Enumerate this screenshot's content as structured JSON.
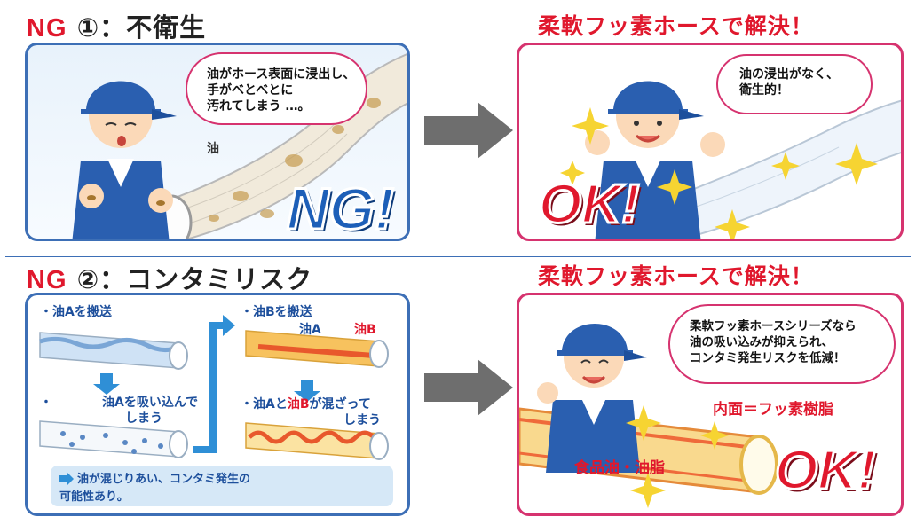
{
  "section1": {
    "ng_prefix": "NG",
    "heading_rest": " ①：不衛生",
    "bubble_lines": [
      "油がホース表面に浸出し、",
      "手がべとべとに",
      "汚れてしまう …。"
    ],
    "oil_label": "油",
    "ng_big": "NG!"
  },
  "solution1": {
    "heading": "柔軟フッ素ホースで解決！",
    "bubble_lines": [
      "油の浸出がなく、",
      "衛生的！"
    ],
    "ok_big": "OK!"
  },
  "section2": {
    "ng_prefix": "NG",
    "heading_rest": " ②：コンタミリスク",
    "step1": "・油Aを搬送",
    "step2_bullet": "・",
    "step2_line1": "油Aを吸い込んで",
    "step2_line2": "しまう",
    "step3": "・油Bを搬送",
    "oil_a": "油A",
    "oil_b": "油B",
    "step4_prefix": "・油Aと",
    "step4_oilb": "油B",
    "step4_suffix": "が混ざって",
    "step4_line2": "しまう",
    "note_line1": "油が混じりあい、コンタミ発生の",
    "note_line2": "可能性あり。"
  },
  "solution2": {
    "heading": "柔軟フッ素ホースで解決！",
    "bubble_lines": [
      "柔軟フッ素ホースシリーズなら",
      "油の吸い込みが抑えられ、",
      "コンタミ発生リスクを低減！"
    ],
    "inner_label": "内面＝フッ素樹脂",
    "food_label": "食品油・油脂",
    "ok_big": "OK!"
  },
  "colors": {
    "ng_red": "#e0182d",
    "panel_blue": "#3d6fb6",
    "panel_pink": "#d6336f",
    "arrow_gray": "#6e6e6e"
  }
}
